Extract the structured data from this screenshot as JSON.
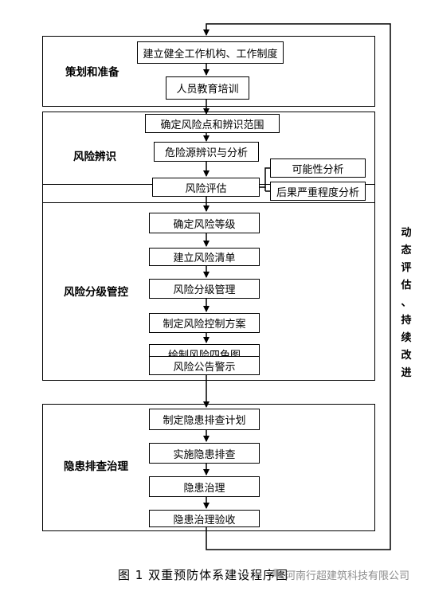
{
  "stages": {
    "prep": "策划和准备",
    "identify": "风险辨识",
    "control": "风险分级管控",
    "hazard": "隐患排查治理"
  },
  "steps": {
    "s1": "建立健全工作机构、工作制度",
    "s2": "人员教育培训",
    "s3": "确定风险点和辨识范围",
    "s4": "危险源辨识与分析",
    "s5": "风险评估",
    "s6": "可能性分析",
    "s7": "后果严重程度分析",
    "s8": "确定风险等级",
    "s9": "建立风险清单",
    "s10": "风险分级管理",
    "s11": "制定风险控制方案",
    "s12": "绘制风险四色图",
    "s13": "风险公告警示",
    "s14": "制定隐患排查计划",
    "s15": "实施隐患排查",
    "s16": "隐患治理",
    "s17": "隐患治理验收"
  },
  "feedback_label": [
    "动",
    "态",
    "评",
    "估",
    "、",
    "持",
    "续",
    "改",
    "进"
  ],
  "caption": "图 1   双重预防体系建设程序图",
  "watermark": "河南行超建筑科技有限公司",
  "watermark_icon": "wechat-icon"
}
